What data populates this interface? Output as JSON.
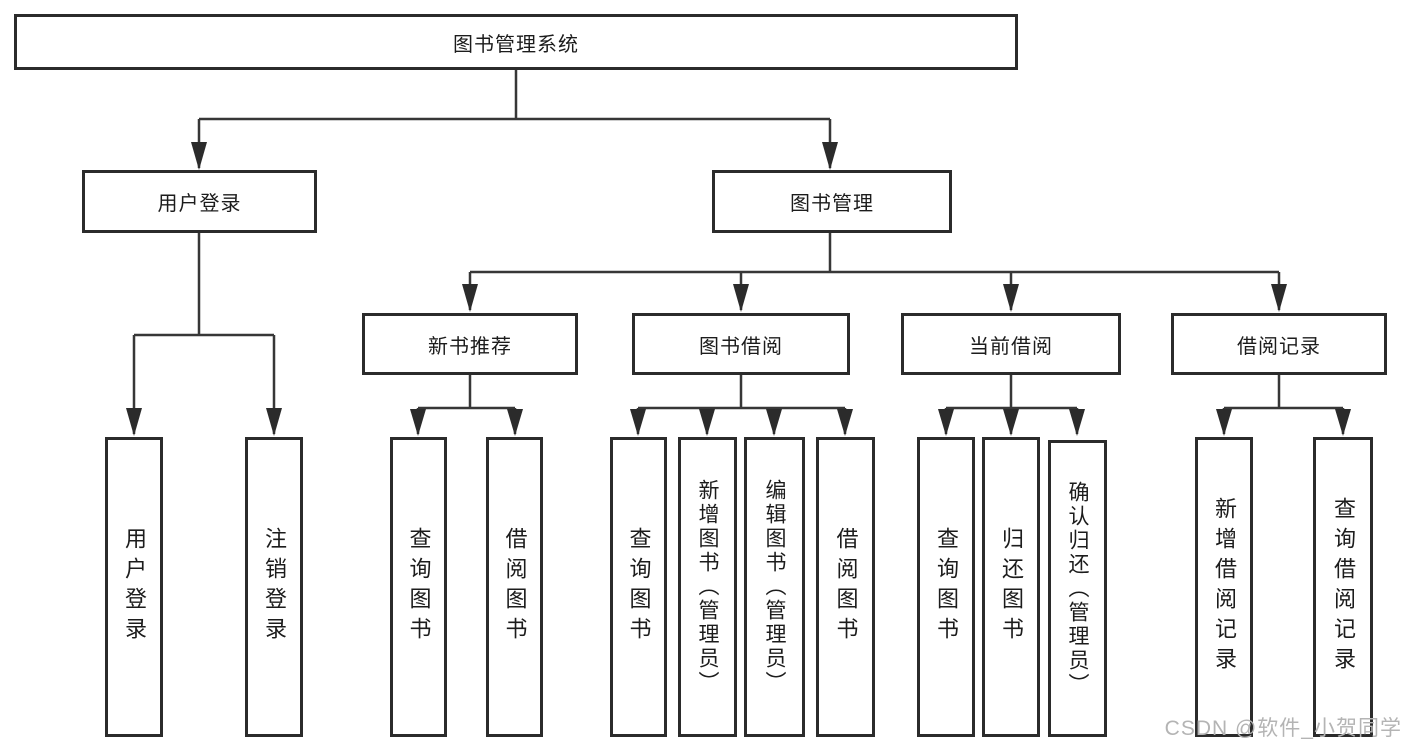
{
  "tree": {
    "label": "图书管理系统",
    "children": [
      {
        "label": "用户登录",
        "children": [
          {
            "label": "用户登录"
          },
          {
            "label": "注销登录"
          }
        ]
      },
      {
        "label": "图书管理",
        "children": [
          {
            "label": "新书推荐",
            "children": [
              {
                "label": "查询图书"
              },
              {
                "label": "借阅图书"
              }
            ]
          },
          {
            "label": "图书借阅",
            "children": [
              {
                "label": "查询图书"
              },
              {
                "label": "新增图书（管理员）"
              },
              {
                "label": "编辑图书（管理员）"
              },
              {
                "label": "借阅图书"
              }
            ]
          },
          {
            "label": "当前借阅",
            "children": [
              {
                "label": "查询图书"
              },
              {
                "label": "归还图书"
              },
              {
                "label": "确认归还（管理员）"
              }
            ]
          },
          {
            "label": "借阅记录",
            "children": [
              {
                "label": "新增借阅记录"
              },
              {
                "label": "查询借阅记录"
              }
            ]
          }
        ]
      }
    ]
  },
  "watermark": {
    "text": "CSDN @软件_小贺同学"
  },
  "colors": {
    "background": "#ffffff",
    "line": "#373737",
    "arrow": "#2b2b2b",
    "box_border": "#2b2b2b",
    "text": "#1c1c1c",
    "watermark": "#b4b4b4"
  }
}
